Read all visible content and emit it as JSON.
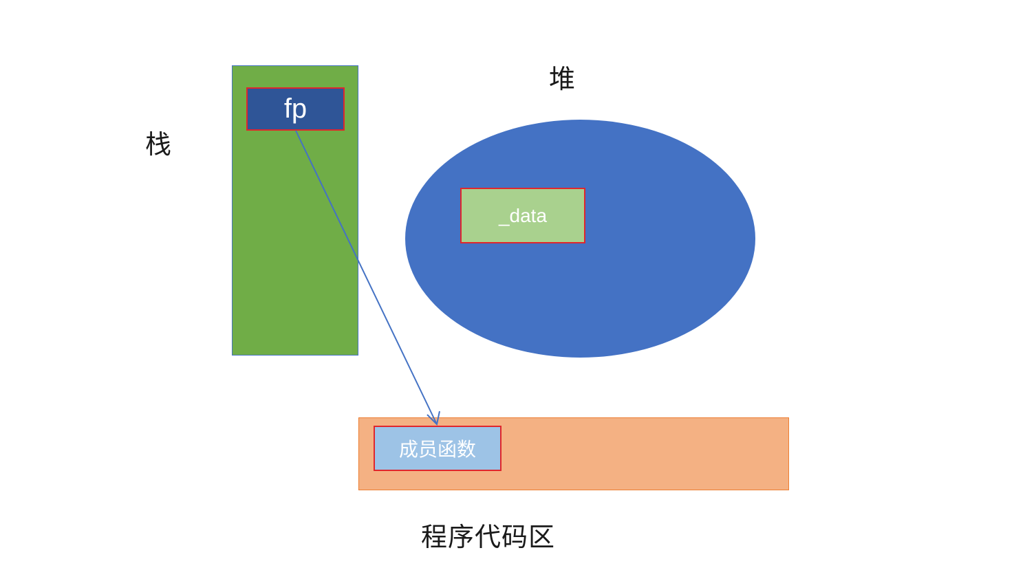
{
  "labels": {
    "stack": "栈",
    "heap": "堆",
    "code_area": "程序代码区"
  },
  "boxes": {
    "pointer": "fp",
    "data": "_data",
    "member_function": "成员函数"
  },
  "colors": {
    "stack": "#70ad47",
    "heap": "#4472c4",
    "code_area": "#f4b183",
    "pointer_box": "#2f5597",
    "data_box": "#a9d18e",
    "member_box": "#9dc3e6",
    "highlight_border": "#e0262c",
    "arrow": "#4472c4"
  }
}
